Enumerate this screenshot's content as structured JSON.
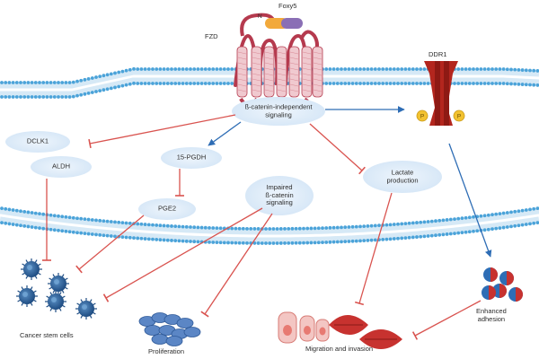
{
  "diagram": {
    "ligand": {
      "label": "Foxy5",
      "terminal": "N"
    },
    "receptor": {
      "label": "FZD"
    },
    "ddr1": {
      "label": "DDR1",
      "phospho_label": "P"
    },
    "nodes": {
      "signaling": "ß-catenin-independent\nsignaling",
      "dclk1": "DCLK1",
      "aldh": "ALDH",
      "pgdh": "15-PGDH",
      "pge2": "PGE2",
      "impaired": "Impaired\nß-catenin\nsignaling",
      "lactate": "Lactate\nproduction"
    },
    "outcomes": {
      "csc": "Cancer stem cells",
      "proliferation": "Proliferation",
      "migration": "Migration and invasion",
      "adhesion": "Enhanced\nadhesion"
    },
    "colors": {
      "activation_arrow": "#2e6db5",
      "inhibition_line": "#d9534f",
      "node_fill": "#dbe9f7",
      "membrane_head": "#4ba3d9",
      "receptor": "#b53a4e",
      "ddr1": "#b3261e",
      "ligand_orange": "#f2a93b",
      "ligand_purple": "#8a6fb5"
    }
  }
}
